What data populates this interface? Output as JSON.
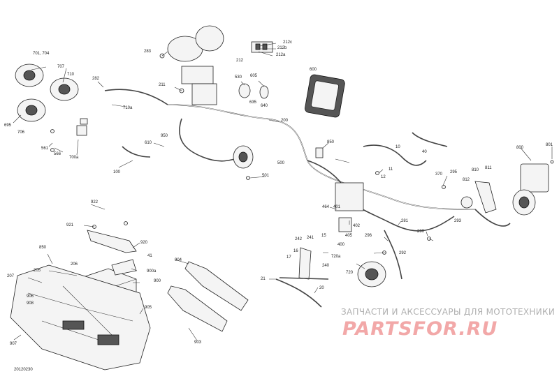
{
  "watermark": {
    "tagline": "ЗАПЧАСТИ И АКСЕССУАРЫ ДЛЯ МОТОТЕХНИКИ",
    "logo": "PARTSFOR.RU"
  },
  "doc_id": "20120230",
  "callouts": [
    {
      "id": "212c",
      "text": "212c"
    },
    {
      "id": "212b",
      "text": "212b"
    },
    {
      "id": "212a",
      "text": "212a"
    },
    {
      "id": "212",
      "text": "212"
    },
    {
      "id": "283",
      "text": "283"
    },
    {
      "id": "701-704",
      "text": "701, 704"
    },
    {
      "id": "707",
      "text": "707"
    },
    {
      "id": "710",
      "text": "710"
    },
    {
      "id": "282",
      "text": "282"
    },
    {
      "id": "211",
      "text": "211"
    },
    {
      "id": "530",
      "text": "530"
    },
    {
      "id": "605",
      "text": "605"
    },
    {
      "id": "600",
      "text": "600"
    },
    {
      "id": "635",
      "text": "635"
    },
    {
      "id": "640",
      "text": "640"
    },
    {
      "id": "710a",
      "text": "710a"
    },
    {
      "id": "695",
      "text": "695"
    },
    {
      "id": "706",
      "text": "706"
    },
    {
      "id": "561",
      "text": "561"
    },
    {
      "id": "566",
      "text": "566"
    },
    {
      "id": "700a",
      "text": "700a"
    },
    {
      "id": "610",
      "text": "610"
    },
    {
      "id": "950",
      "text": "950"
    },
    {
      "id": "100",
      "text": "100"
    },
    {
      "id": "200",
      "text": "200"
    },
    {
      "id": "850",
      "text": "850"
    },
    {
      "id": "10",
      "text": "10"
    },
    {
      "id": "40",
      "text": "40"
    },
    {
      "id": "800",
      "text": "800"
    },
    {
      "id": "801",
      "text": "801"
    },
    {
      "id": "500",
      "text": "500"
    },
    {
      "id": "501",
      "text": "501"
    },
    {
      "id": "11",
      "text": "11"
    },
    {
      "id": "12",
      "text": "12"
    },
    {
      "id": "370",
      "text": "370"
    },
    {
      "id": "295",
      "text": "295"
    },
    {
      "id": "810",
      "text": "810"
    },
    {
      "id": "811",
      "text": "811"
    },
    {
      "id": "812",
      "text": "812"
    },
    {
      "id": "922",
      "text": "922"
    },
    {
      "id": "921",
      "text": "921"
    },
    {
      "id": "920",
      "text": "920"
    },
    {
      "id": "464",
      "text": "464"
    },
    {
      "id": "401",
      "text": "401"
    },
    {
      "id": "402",
      "text": "402"
    },
    {
      "id": "405",
      "text": "405"
    },
    {
      "id": "400",
      "text": "400"
    },
    {
      "id": "281",
      "text": "281"
    },
    {
      "id": "293",
      "text": "293"
    },
    {
      "id": "290",
      "text": "290"
    },
    {
      "id": "296",
      "text": "296"
    },
    {
      "id": "292",
      "text": "292"
    },
    {
      "id": "15",
      "text": "15"
    },
    {
      "id": "242",
      "text": "242"
    },
    {
      "id": "241",
      "text": "241"
    },
    {
      "id": "16",
      "text": "16"
    },
    {
      "id": "17",
      "text": "17"
    },
    {
      "id": "240",
      "text": "240"
    },
    {
      "id": "720a",
      "text": "720a"
    },
    {
      "id": "720",
      "text": "720"
    },
    {
      "id": "850b",
      "text": "850"
    },
    {
      "id": "206",
      "text": "206"
    },
    {
      "id": "205",
      "text": "205"
    },
    {
      "id": "41",
      "text": "41"
    },
    {
      "id": "900a",
      "text": "900a"
    },
    {
      "id": "900",
      "text": "900"
    },
    {
      "id": "207",
      "text": "207"
    },
    {
      "id": "906",
      "text": "906"
    },
    {
      "id": "908",
      "text": "908"
    },
    {
      "id": "904",
      "text": "904"
    },
    {
      "id": "905",
      "text": "905"
    },
    {
      "id": "21",
      "text": "21"
    },
    {
      "id": "20",
      "text": "20"
    },
    {
      "id": "903",
      "text": "903"
    },
    {
      "id": "907",
      "text": "907"
    }
  ]
}
